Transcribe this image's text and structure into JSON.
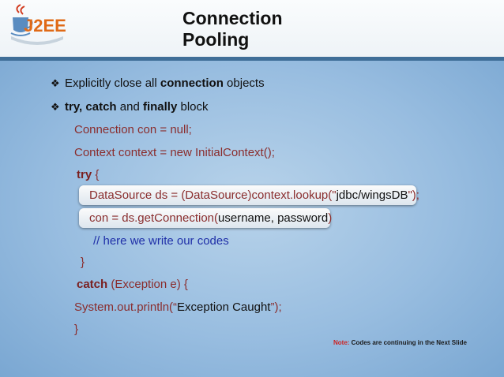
{
  "header": {
    "logo_text": "J2EE",
    "title_line1": "Connection",
    "title_line2": "Pooling"
  },
  "bullets": [
    {
      "pre": "Explicitly close all ",
      "bold": "connection",
      "post": " objects"
    },
    {
      "bold1": "try, catch",
      "mid1": " and ",
      "bold2": "finally",
      "post": " block"
    }
  ],
  "code": {
    "line1": "Connection con = null;",
    "line2": "Context context = new InitialContext();",
    "try_kw": "try",
    "try_brace": " {",
    "ds_code": "DataSource ds = (DataSource)context.lookup(\"",
    "ds_str": "jdbc/wingsDB",
    "ds_end": "\");",
    "con_code": "con = ds.getConnection(",
    "con_args": "username, password",
    "con_end": ")",
    "comment": "// here we write our codes",
    "close_brace1": "}",
    "catch_kw": "catch",
    "catch_rest": " (Exception e) {",
    "print_code": "System.out.println(“",
    "print_str": "Exception Caught",
    "print_end": "”);",
    "close_brace2": "}"
  },
  "note": {
    "label": "Note:",
    "text": " Codes are continuing in the Next Slide"
  },
  "colors": {
    "code_text": "#8a2d2d",
    "comment": "#1f2fa8",
    "note_label": "#cc2222",
    "logo_text": "#e06a17",
    "divider": "#3f6e98"
  }
}
